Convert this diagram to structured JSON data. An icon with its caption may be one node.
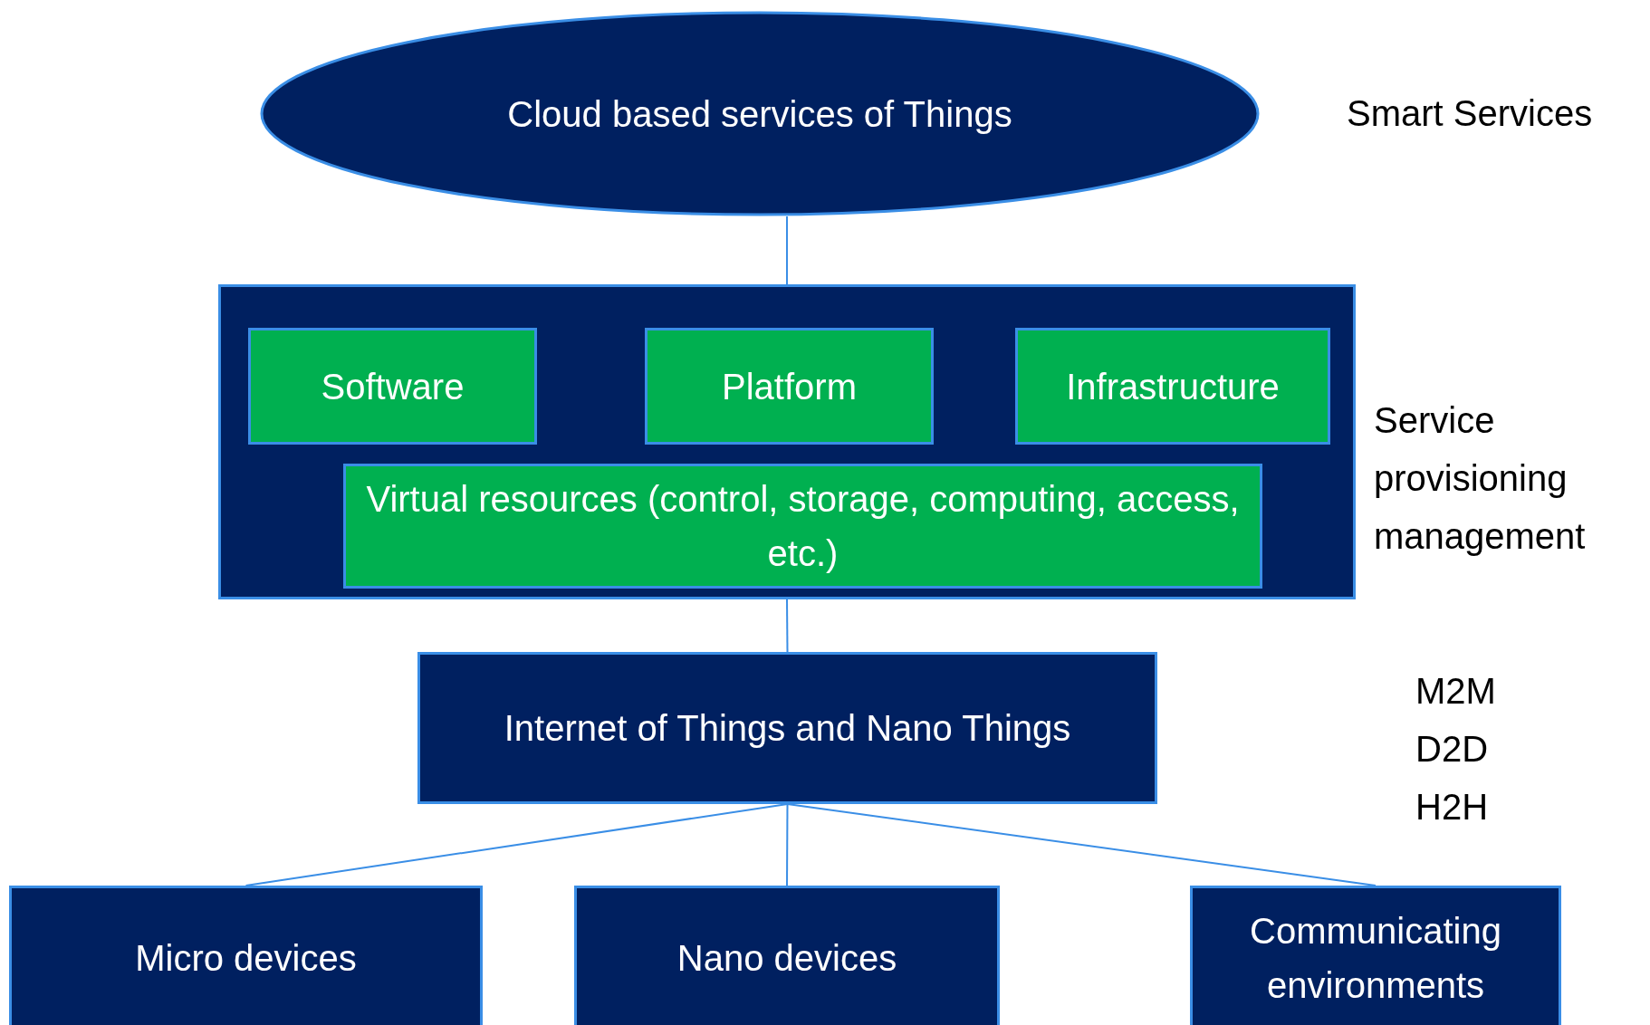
{
  "diagram": {
    "nodes": [
      {
        "text": [
          "Cloud based services of Things"
        ],
        "beside": [
          "Smart Services"
        ]
      },
      {
        "text": [],
        "shape": "box",
        "beside": [
          "Service provisioning management"
        ]
      },
      {
        "text": [
          "Software"
        ],
        "in": 1
      },
      {
        "text": [
          "Platform"
        ],
        "in": 1
      },
      {
        "text": [
          "Infrastructure"
        ],
        "in": 1
      },
      {
        "text": [
          "Virtual resources (control, storage, computing, access, etc.)"
        ],
        "in": 1
      },
      {
        "text": [
          "Internet of Things and Nano Things"
        ],
        "beside": [
          "M2M",
          "D2D",
          "H2H"
        ]
      },
      {
        "text": [
          "Micro devices"
        ]
      },
      {
        "text": [
          "Nano devices"
        ]
      },
      {
        "text": [
          "Communicating environments"
        ]
      }
    ],
    "edges": [
      {
        "from": 0,
        "to": 1,
        "arrow": "none"
      },
      {
        "from": 1,
        "to": 6,
        "arrow": "none"
      },
      {
        "from": 6,
        "to": 7,
        "arrow": "none"
      },
      {
        "from": 6,
        "to": 8,
        "arrow": "none"
      },
      {
        "from": 6,
        "to": 9,
        "arrow": "none"
      }
    ]
  }
}
